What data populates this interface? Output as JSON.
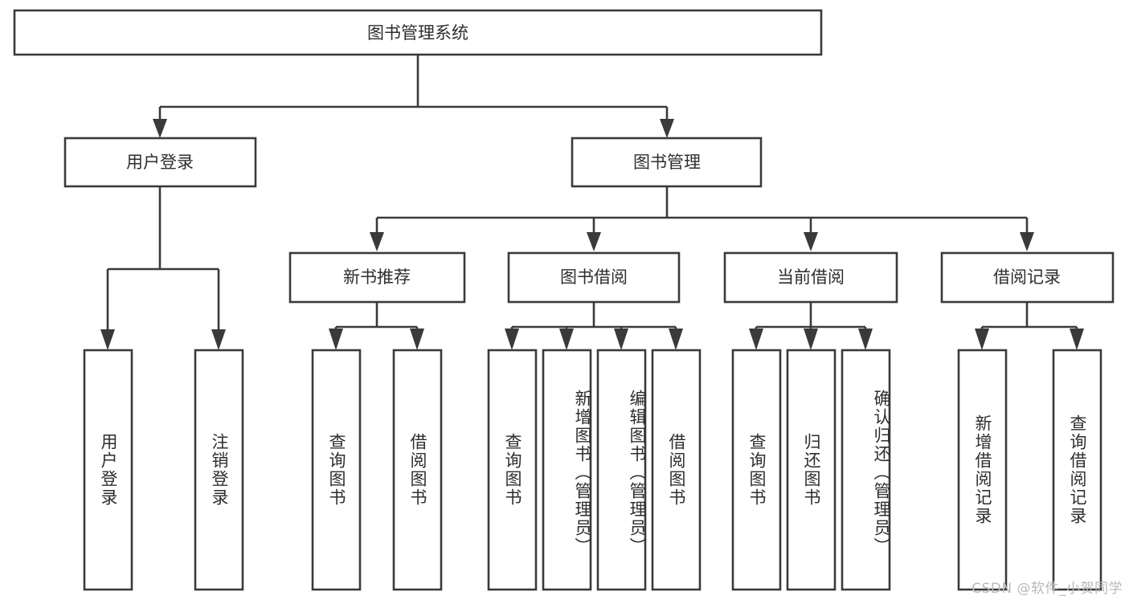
{
  "diagram": {
    "title": "图书管理系统",
    "type": "tree-hierarchy-chart",
    "root": {
      "id": "root",
      "label": "图书管理系统"
    },
    "level2": [
      {
        "id": "user-login",
        "label": "用户登录"
      },
      {
        "id": "book-manage",
        "label": "图书管理"
      }
    ],
    "level3": [
      {
        "id": "new-book-recommend",
        "label": "新书推荐",
        "parent": "book-manage"
      },
      {
        "id": "book-borrow",
        "label": "图书借阅",
        "parent": "book-manage"
      },
      {
        "id": "current-borrow",
        "label": "当前借阅",
        "parent": "book-manage"
      },
      {
        "id": "borrow-record",
        "label": "借阅记录",
        "parent": "book-manage"
      }
    ],
    "leaves": {
      "user-login": [
        {
          "id": "leaf-user-login",
          "label": "用户登录"
        },
        {
          "id": "leaf-user-logout",
          "label": "注销登录"
        }
      ],
      "new-book-recommend": [
        {
          "id": "leaf-query-book-1",
          "label": "查询图书"
        },
        {
          "id": "leaf-borrow-book-1",
          "label": "借阅图书"
        }
      ],
      "book-borrow": [
        {
          "id": "leaf-query-book-2",
          "label": "查询图书"
        },
        {
          "id": "leaf-add-book",
          "label": "新增图书（管理员）"
        },
        {
          "id": "leaf-edit-book",
          "label": "编辑图书（管理员）"
        },
        {
          "id": "leaf-borrow-book-2",
          "label": "借阅图书"
        }
      ],
      "current-borrow": [
        {
          "id": "leaf-query-book-3",
          "label": "查询图书"
        },
        {
          "id": "leaf-return-book",
          "label": "归还图书"
        },
        {
          "id": "leaf-confirm-return",
          "label": "确认归还（管理员）"
        }
      ],
      "borrow-record": [
        {
          "id": "leaf-add-record",
          "label": "新增借阅记录"
        },
        {
          "id": "leaf-query-record",
          "label": "查询借阅记录"
        }
      ]
    },
    "colors": {
      "stroke": "#3a3a3a",
      "box_fill": "#ffffff",
      "text": "#2e2e2e",
      "background": "#ffffff",
      "watermark": "#b9b9b9"
    }
  },
  "watermark": {
    "text": "CSDN @软件_小贺同学"
  }
}
